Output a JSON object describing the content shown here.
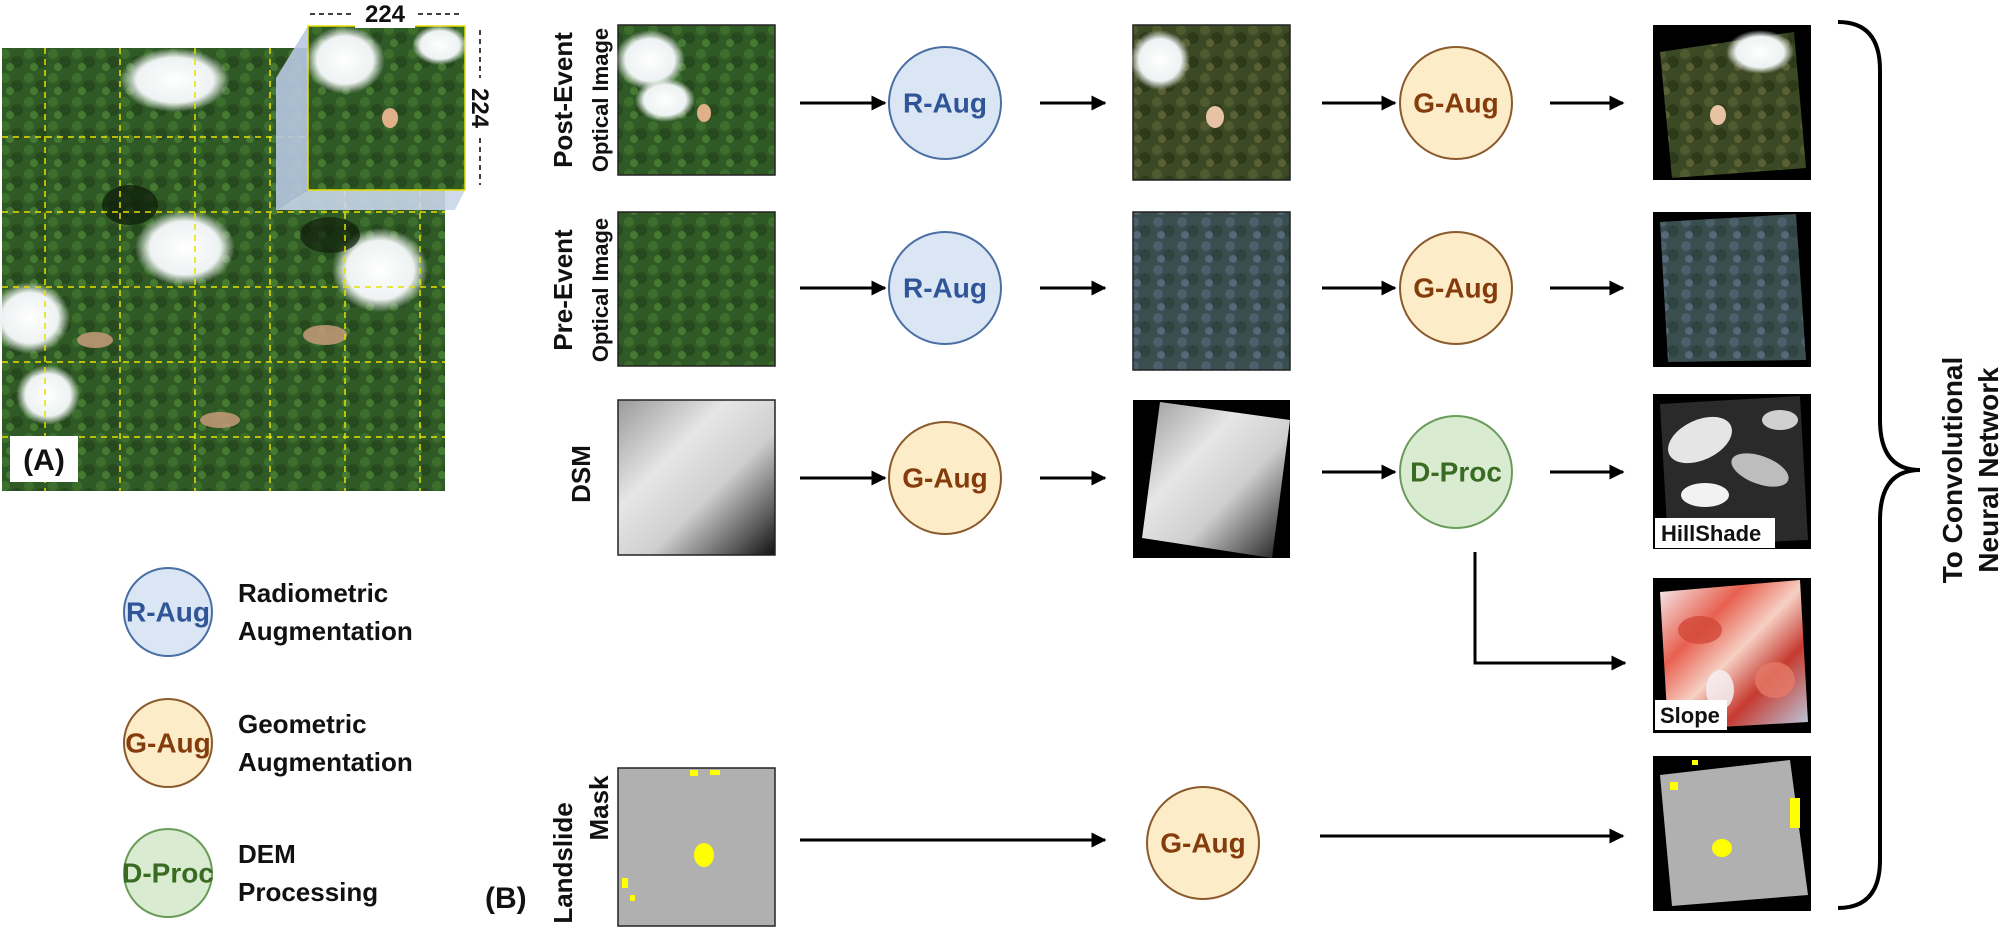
{
  "panel_a": {
    "label": "(A)",
    "dim_horizontal": "224",
    "dim_vertical": "224"
  },
  "panel_b": {
    "label": "(B)"
  },
  "rows": {
    "post_event": {
      "line1": "Post-Event",
      "line2": "Optical Image"
    },
    "pre_event": {
      "line1": "Pre-Event",
      "line2": "Optical Image"
    },
    "dsm": {
      "line1": "DSM"
    },
    "mask": {
      "line1": "Landslide",
      "line2": "Mask"
    }
  },
  "ops": {
    "r_aug": "R-Aug",
    "g_aug": "G-Aug",
    "d_proc": "D-Proc"
  },
  "outputs": {
    "hillshade": "HillShade",
    "slope": "Slope"
  },
  "legend": {
    "r_aug": {
      "symbol": "R-Aug",
      "line1": "Radiometric",
      "line2": "Augmentation"
    },
    "g_aug": {
      "symbol": "G-Aug",
      "line1": "Geometric",
      "line2": "Augmentation"
    },
    "d_proc": {
      "symbol": "D-Proc",
      "line1": "DEM",
      "line2": "Processing"
    }
  },
  "target": {
    "line1": "To Convolutional",
    "line2": "Neural Network"
  },
  "colors": {
    "r_aug_fill": "#dae6f4",
    "r_aug_stroke": "#4a6fa5",
    "r_aug_text": "#2f5597",
    "g_aug_fill": "#fdecc8",
    "g_aug_stroke": "#8a5a2b",
    "g_aug_text": "#843c0c",
    "d_proc_fill": "#d9ecd1",
    "d_proc_stroke": "#6a9b5a",
    "d_proc_text": "#3a6b23",
    "mask_yellow": "#ffff00",
    "grid_yellow": "#e8e000"
  }
}
